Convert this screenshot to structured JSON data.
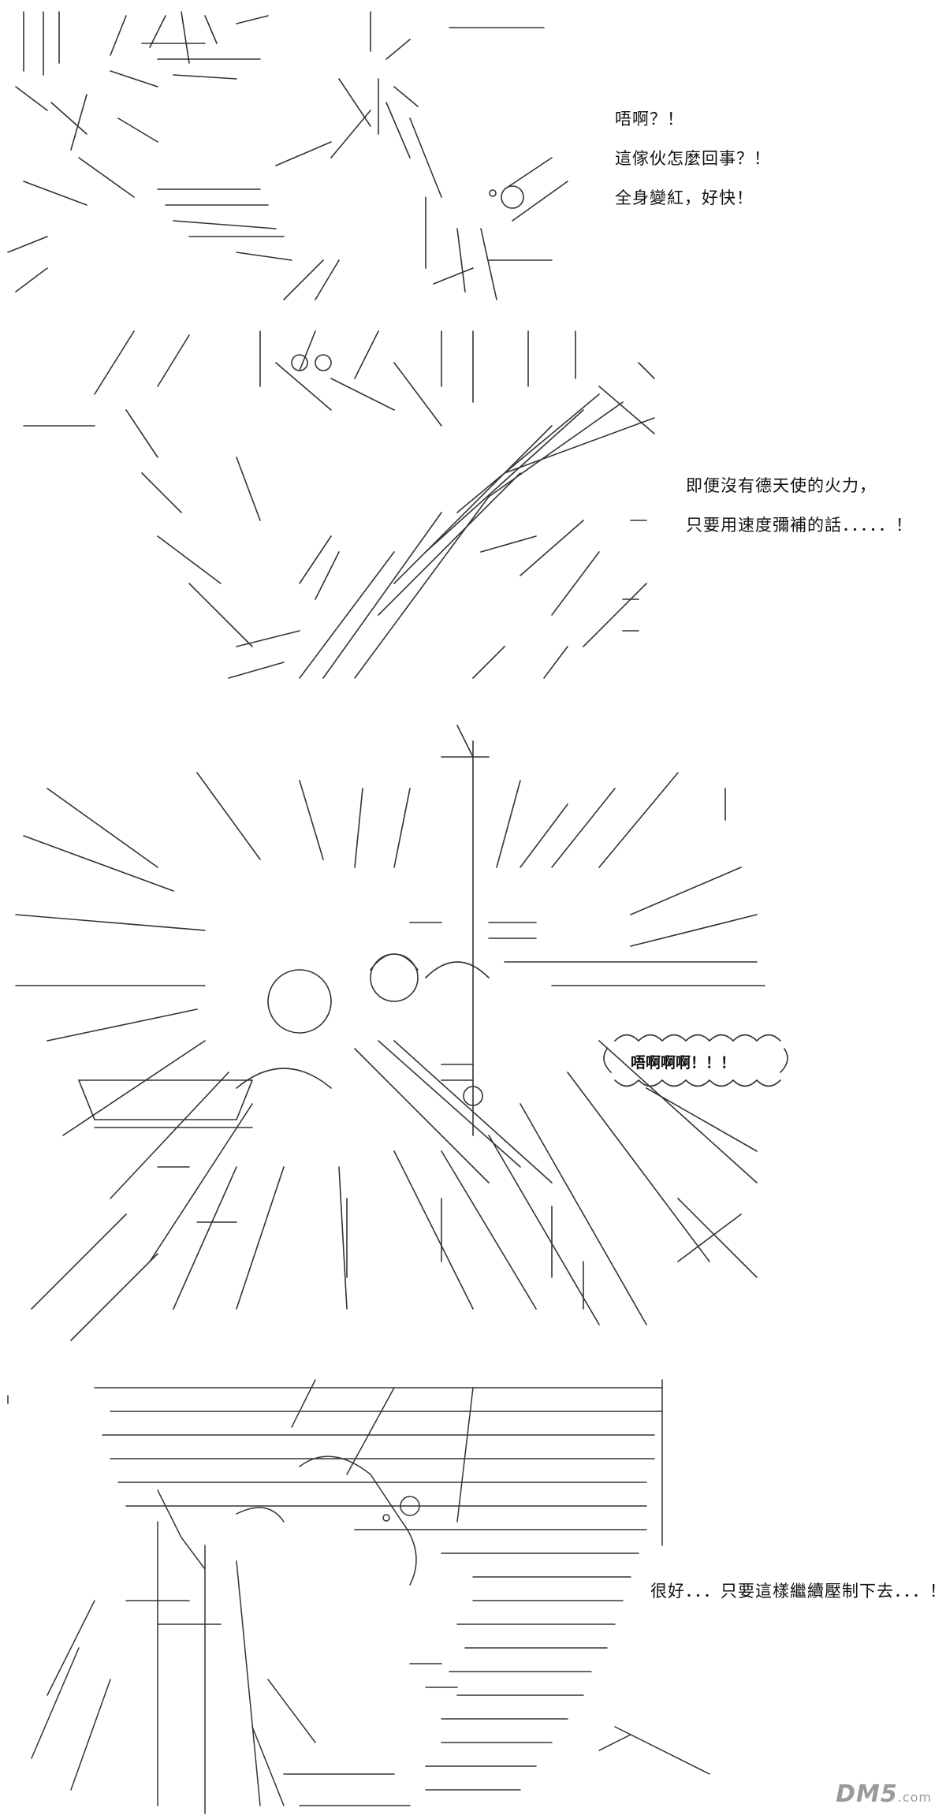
{
  "panels": [
    {
      "id": "panel-1",
      "lines": [
        "唔啊？！",
        "這傢伙怎麼回事？！",
        "全身變紅，好快！"
      ]
    },
    {
      "id": "panel-2",
      "lines": [
        "即便沒有德天使的火力，",
        "只要用速度彌補的話．．．．．！"
      ]
    },
    {
      "id": "panel-3",
      "shout": "唔啊啊啊！！！"
    },
    {
      "id": "panel-4",
      "lines": [
        "很好．．．只要這樣繼續壓制下去．．．！"
      ]
    }
  ],
  "watermark": {
    "brand": "DM5",
    "suffix": ".com"
  },
  "colors": {
    "ink": "#111111",
    "background": "#ffffff",
    "watermark": "#9a9a9a"
  }
}
